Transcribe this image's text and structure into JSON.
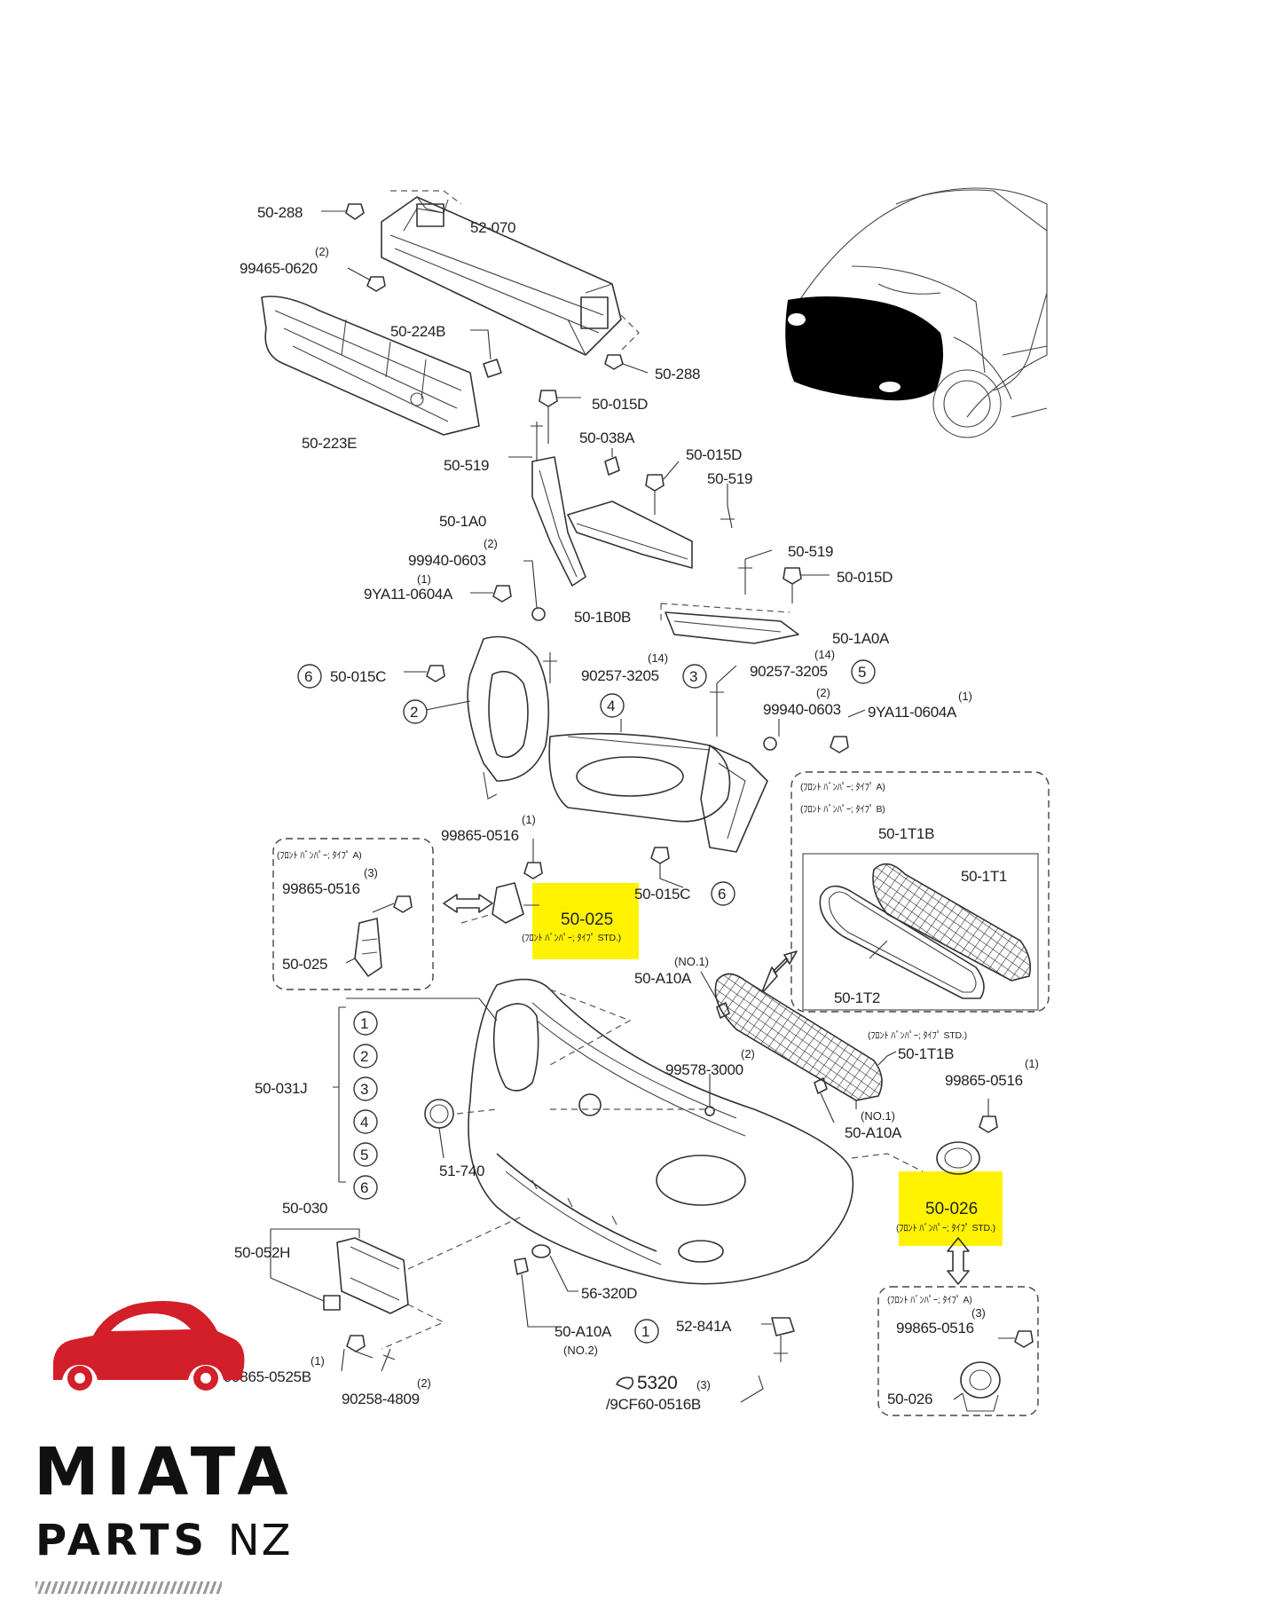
{
  "diagram": {
    "part_labels": {
      "p50_288_top": "50-288",
      "p52_070": "52-070",
      "p99465_0620": "99465-0620",
      "p99465_0620_qty": "(2)",
      "p50_224b": "50-224B",
      "p50_288_mid": "50-288",
      "p50_223e": "50-223E",
      "p50_015d_a": "50-015D",
      "p50_519_a": "50-519",
      "p50_038a": "50-038A",
      "p50_015d_b": "50-015D",
      "p50_519_b": "50-519",
      "p50_1a0": "50-1A0",
      "p99940_0603_a": "99940-0603",
      "p99940_0603_a_qty": "(2)",
      "p9ya11_0604a_a": "9YA11-0604A",
      "p9ya11_0604a_a_qty": "(1)",
      "p50_1b0b": "50-1B0B",
      "p50_519_c": "50-519",
      "p50_015d_c": "50-015D",
      "p50_1a0a": "50-1A0A",
      "p50_015c_a": "50-015C",
      "p90257_3205_a": "90257-3205",
      "p90257_3205_a_qty": "(14)",
      "p90257_3205_b": "90257-3205",
      "p90257_3205_b_qty": "(14)",
      "p99940_0603_b": "99940-0603",
      "p99940_0603_b_qty": "(2)",
      "p9ya11_0604a_b": "9YA11-0604A",
      "p9ya11_0604a_b_qty": "(1)",
      "p99865_0516_a": "99865-0516",
      "p99865_0516_a_qty": "(1)",
      "p50_015c_b": "50-015C",
      "p99865_0516_b": "99865-0516",
      "p99865_0516_b_qty": "(3)",
      "p50_025_left": "50-025",
      "p50_025_hl": "50-025",
      "p50_025_hl_note": "(ﾌﾛﾝﾄ ﾊﾞﾝﾊﾟｰ; ﾀｲﾌﾟ STD.)",
      "p50_1t1b_box": "50-1T1B",
      "p50_1t1": "50-1T1",
      "p50_1t2": "50-1T2",
      "p50_a10a_no1_a": "50-A10A",
      "p50_a10a_no1_a_qty": "(NO.1)",
      "p50_1t1b": "50-1T1B",
      "p99578_3000": "99578-3000",
      "p99578_3000_qty": "(2)",
      "p50_a10a_no1_b": "50-A10A",
      "p50_a10a_no1_b_qty": "(NO.1)",
      "p99865_0516_c": "99865-0516",
      "p99865_0516_c_qty": "(1)",
      "p50_031j": "50-031J",
      "p51_740": "51-740",
      "p50_026_hl": "50-026",
      "p50_026_hl_note": "(ﾌﾛﾝﾄ ﾊﾞﾝﾊﾟｰ; ﾀｲﾌﾟ STD.)",
      "p50_030": "50-030",
      "p50_052h": "50-052H",
      "p56_320d": "56-320D",
      "p50_a10a_no2": "50-A10A",
      "p50_a10a_no2_qty": "(NO.2)",
      "p52_841a": "52-841A",
      "p99865_0525b": "99865-0525B",
      "p99865_0525b_qty": "(1)",
      "p90258_4809": "90258-4809",
      "p90258_4809_qty": "(2)",
      "p5320": "5320",
      "p5320_qty": "(3)",
      "p9cf60_0516b": "/9CF60-0516B",
      "p99865_0516_d": "99865-0516",
      "p99865_0516_d_qty": "(3)",
      "p50_026_box": "50-026"
    },
    "box_titles": {
      "left_box": "(ﾌﾛﾝﾄ ﾊﾞﾝﾊﾟｰ; ﾀｲﾌﾟ A)",
      "grille_box_a": "(ﾌﾛﾝﾄ ﾊﾞﾝﾊﾟｰ; ﾀｲﾌﾟ A)",
      "grille_box_b": "(ﾌﾛﾝﾄ ﾊﾞﾝﾊﾟｰ; ﾀｲﾌﾟ B)",
      "grille_box_footer": "(ﾌﾛﾝﾄ ﾊﾞﾝﾊﾟｰ; ﾀｲﾌﾟ STD.)",
      "bottom_right_box": "(ﾌﾛﾝﾄ ﾊﾞﾝﾊﾟｰ; ﾀｲﾌﾟ A)"
    },
    "ref_numbers": [
      "1",
      "2",
      "3",
      "4",
      "5",
      "6"
    ],
    "highlight_color": "#fff200"
  },
  "brand": {
    "line1": "MIATA",
    "line2_a": "PARTS",
    "line2_b": "NZ",
    "logo_color": "#d21f2a"
  }
}
